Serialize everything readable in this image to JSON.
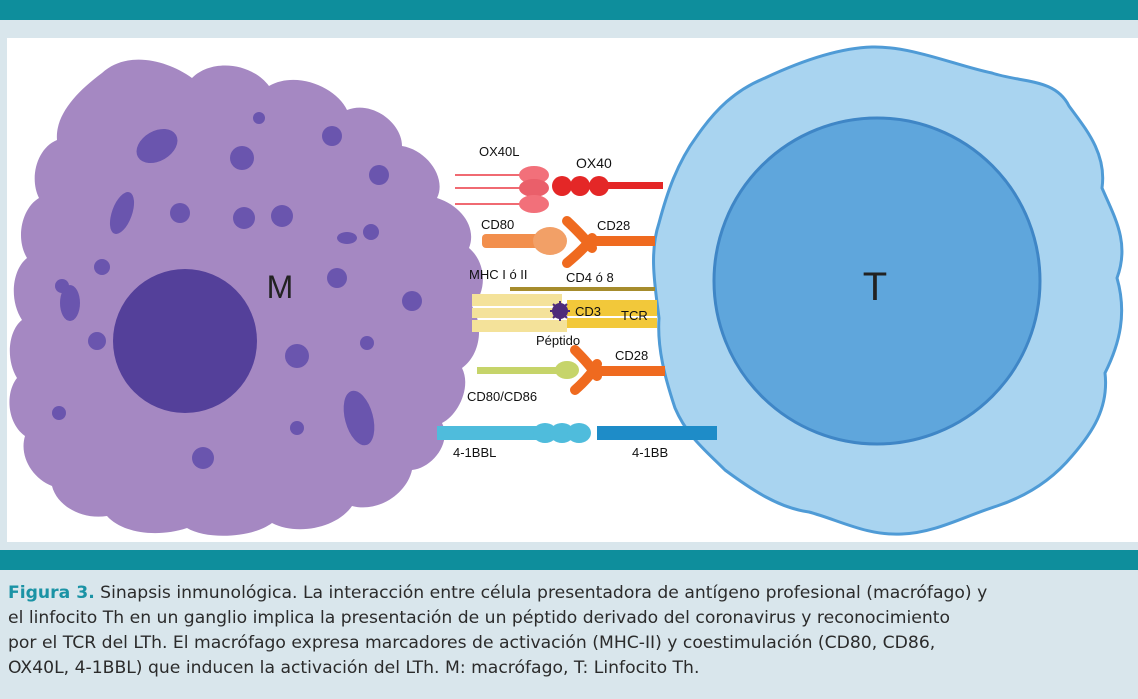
{
  "diagram": {
    "macrophage_letter": "M",
    "tcell_letter": "T",
    "labels": {
      "ox40l": "OX40L",
      "ox40": "OX40",
      "cd80": "CD80",
      "cd28_top": "CD28",
      "mhc": "MHC I ó II",
      "cd4": "CD4 ó 8",
      "cd3": "CD3",
      "tcr": "TCR",
      "peptido": "Péptido",
      "cd28_bottom": "CD28",
      "cd80cd86": "CD80/CD86",
      "bbl": "4-1BBL",
      "bb": "4-1BB"
    }
  },
  "colors": {
    "teal_bar": "#0e8e9c",
    "macrophage": "#a588c2",
    "nucleus": "#54409a",
    "tcell_outer": "#a9d4f0",
    "tcell_inner": "#5fa6dc"
  },
  "caption": {
    "label": "Figura 3.",
    "line1": " Sinapsis inmunológica. La interacción entre célula presentadora de antígeno profesional (macrófago) y",
    "line2": "el linfocito Th en un ganglio implica la presentación de un péptido derivado del coronavirus y reconocimiento",
    "line3": "por el TCR del LTh. El macrófago expresa marcadores de activación (MHC-II) y coestimulación (CD80, CD86,",
    "line4": "OX40L, 4-1BBL) que inducen la activación del LTh. M: macrófago, T: Linfocito Th."
  }
}
